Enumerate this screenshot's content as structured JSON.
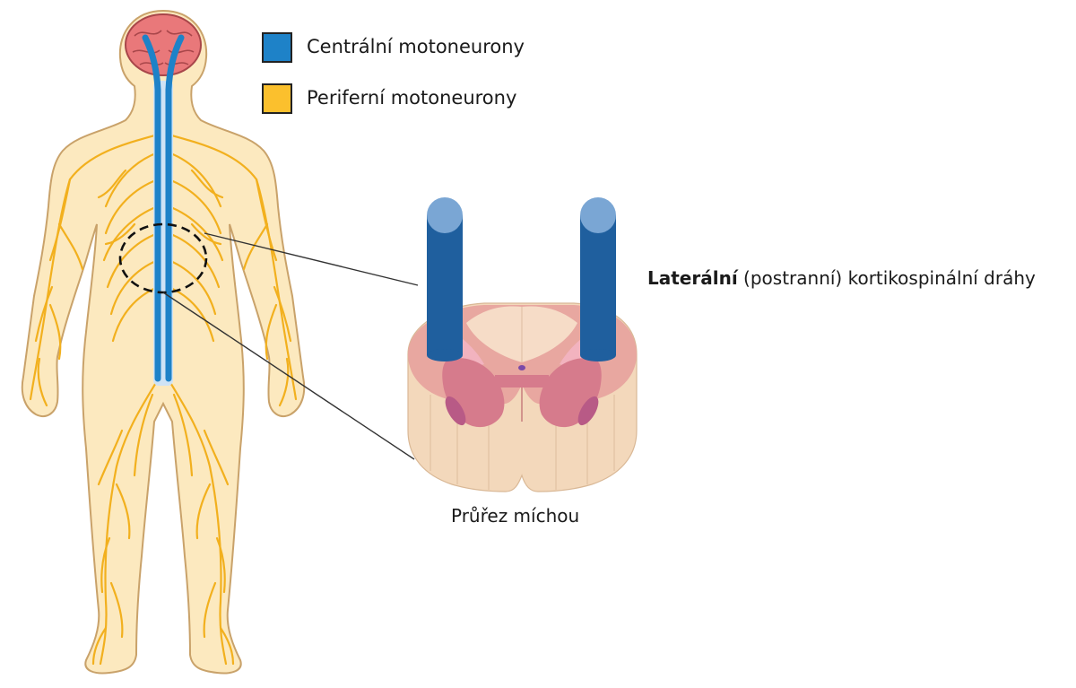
{
  "legend": {
    "central": {
      "label": "Centrální motoneurony",
      "color": "#1e82c8"
    },
    "peripheral": {
      "label": "Periferní motoneurony",
      "color": "#fbc02d"
    }
  },
  "labels": {
    "lateral_bold": "Laterální",
    "lateral_rest": " (postranní) kortikospinální dráhy",
    "cross_section": "Průřez míchou"
  },
  "colors": {
    "skin": "#fce9bf",
    "skin_outline": "#c9a26a",
    "nerve": "#f2b01e",
    "tract_blue": "#1f5f9e",
    "tract_blue_light": "#7aa6d4",
    "brain": "#e9787a",
    "cord_white": "#f3d6c4",
    "cord_grey": "#e79aa6",
    "cord_outer": "#f0d7bd"
  }
}
